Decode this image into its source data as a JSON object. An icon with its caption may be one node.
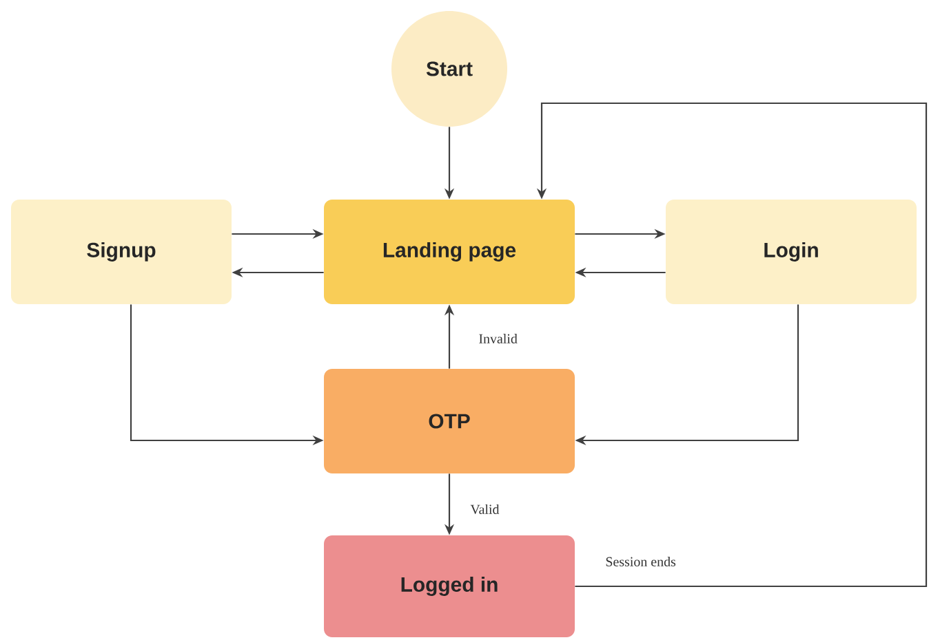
{
  "diagram": {
    "nodes": [
      {
        "text": [
          "Start"
        ]
      },
      {
        "text": [
          "Landing page"
        ]
      },
      {
        "text": [
          "Signup"
        ]
      },
      {
        "text": [
          "Login"
        ]
      },
      {
        "text": [
          "OTP"
        ]
      },
      {
        "text": [
          "Logged in"
        ]
      }
    ],
    "edges": [
      {
        "from": 0,
        "to": 1,
        "arrow": "to"
      },
      {
        "from": 2,
        "to": 1,
        "arrow": "to"
      },
      {
        "from": 1,
        "to": 2,
        "arrow": "to"
      },
      {
        "from": 1,
        "to": 3,
        "arrow": "to"
      },
      {
        "from": 3,
        "to": 1,
        "arrow": "to"
      },
      {
        "from": 4,
        "to": 1,
        "arrow": "to",
        "label": "Invalid"
      },
      {
        "from": 2,
        "to": 4,
        "arrow": "to"
      },
      {
        "from": 3,
        "to": 4,
        "arrow": "to"
      },
      {
        "from": 4,
        "to": 5,
        "arrow": "to",
        "label": "Valid"
      },
      {
        "from": 5,
        "to": 1,
        "arrow": "to",
        "label": "Session ends"
      }
    ]
  }
}
